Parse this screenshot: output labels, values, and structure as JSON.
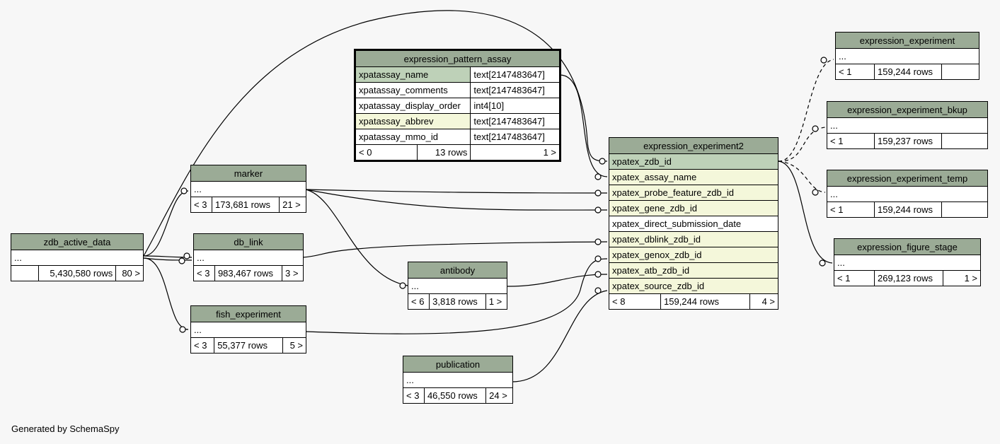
{
  "footer": "Generated by SchemaSpy",
  "tables": {
    "expression_pattern_assay": {
      "name": "expression_pattern_assay",
      "columns": [
        {
          "name": "xpatassay_name",
          "type": "text[2147483647]"
        },
        {
          "name": "xpatassay_comments",
          "type": "text[2147483647]"
        },
        {
          "name": "xpatassay_display_order",
          "type": "int4[10]"
        },
        {
          "name": "xpatassay_abbrev",
          "type": "text[2147483647]"
        },
        {
          "name": "xpatassay_mmo_id",
          "type": "text[2147483647]"
        }
      ],
      "parents": "< 0",
      "rows": "13 rows",
      "children": "1 >"
    },
    "expression_experiment2": {
      "name": "expression_experiment2",
      "columns": [
        "xpatex_zdb_id",
        "xpatex_assay_name",
        "xpatex_probe_feature_zdb_id",
        "xpatex_gene_zdb_id",
        "xpatex_direct_submission_date",
        "xpatex_dblink_zdb_id",
        "xpatex_genox_zdb_id",
        "xpatex_atb_zdb_id",
        "xpatex_source_zdb_id"
      ],
      "parents": "< 8",
      "rows": "159,244 rows",
      "children": "4 >"
    },
    "zdb_active_data": {
      "name": "zdb_active_data",
      "ellipsis": "...",
      "parents": "",
      "rows": "5,430,580 rows",
      "children": "80 >"
    },
    "marker": {
      "name": "marker",
      "ellipsis": "...",
      "parents": "< 3",
      "rows": "173,681 rows",
      "children": "21 >"
    },
    "db_link": {
      "name": "db_link",
      "ellipsis": "...",
      "parents": "< 3",
      "rows": "983,467 rows",
      "children": "3 >"
    },
    "fish_experiment": {
      "name": "fish_experiment",
      "ellipsis": "...",
      "parents": "< 3",
      "rows": "55,377 rows",
      "children": "5 >"
    },
    "antibody": {
      "name": "antibody",
      "ellipsis": "...",
      "parents": "< 6",
      "rows": "3,818 rows",
      "children": "1 >"
    },
    "publication": {
      "name": "publication",
      "ellipsis": "...",
      "parents": "< 3",
      "rows": "46,550 rows",
      "children": "24 >"
    },
    "expression_experiment": {
      "name": "expression_experiment",
      "ellipsis": "...",
      "parents": "< 1",
      "rows": "159,244 rows",
      "children": ""
    },
    "expression_experiment_bkup": {
      "name": "expression_experiment_bkup",
      "ellipsis": "...",
      "parents": "< 1",
      "rows": "159,237 rows",
      "children": ""
    },
    "expression_experiment_temp": {
      "name": "expression_experiment_temp",
      "ellipsis": "...",
      "parents": "< 1",
      "rows": "159,244 rows",
      "children": ""
    },
    "expression_figure_stage": {
      "name": "expression_figure_stage",
      "ellipsis": "...",
      "parents": "< 1",
      "rows": "269,123 rows",
      "children": "1 >"
    }
  }
}
